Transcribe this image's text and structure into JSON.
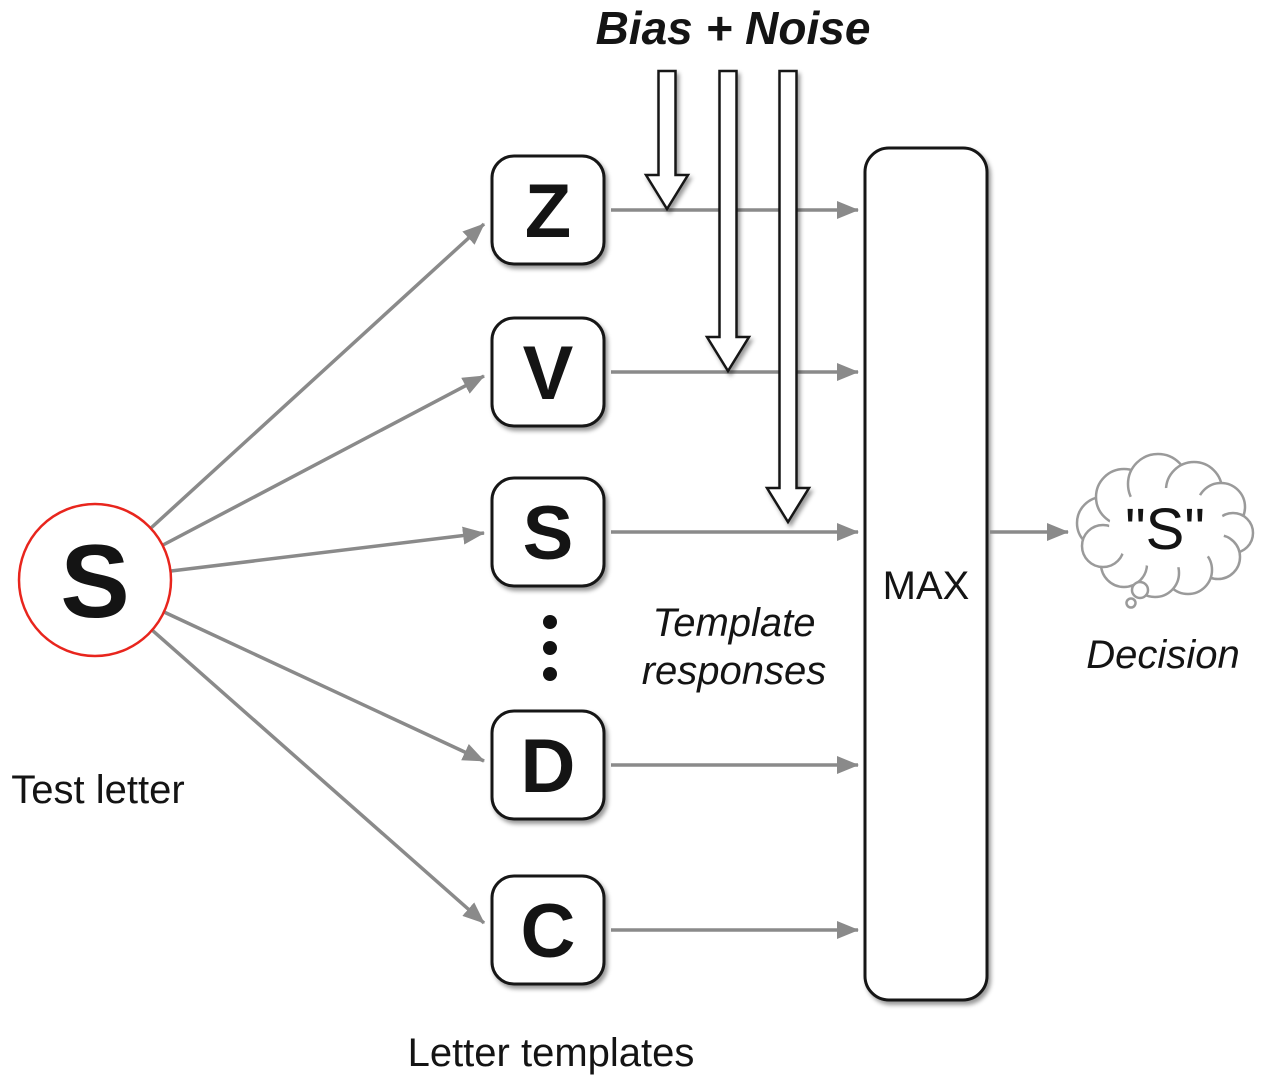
{
  "labels": {
    "bias_noise": "Bias + Noise",
    "test_letter": "Test letter",
    "letter_templates": "Letter templates",
    "template_responses_line1": "Template",
    "template_responses_line2": "responses",
    "max": "MAX",
    "decision": "Decision"
  },
  "test_letter": "S",
  "templates": [
    "Z",
    "V",
    "S",
    "D",
    "C"
  ],
  "decision_output": "\"S\"",
  "colors": {
    "red": "#e8251d",
    "arrow_gray": "#8a8a8a",
    "outline_black": "#141414"
  }
}
